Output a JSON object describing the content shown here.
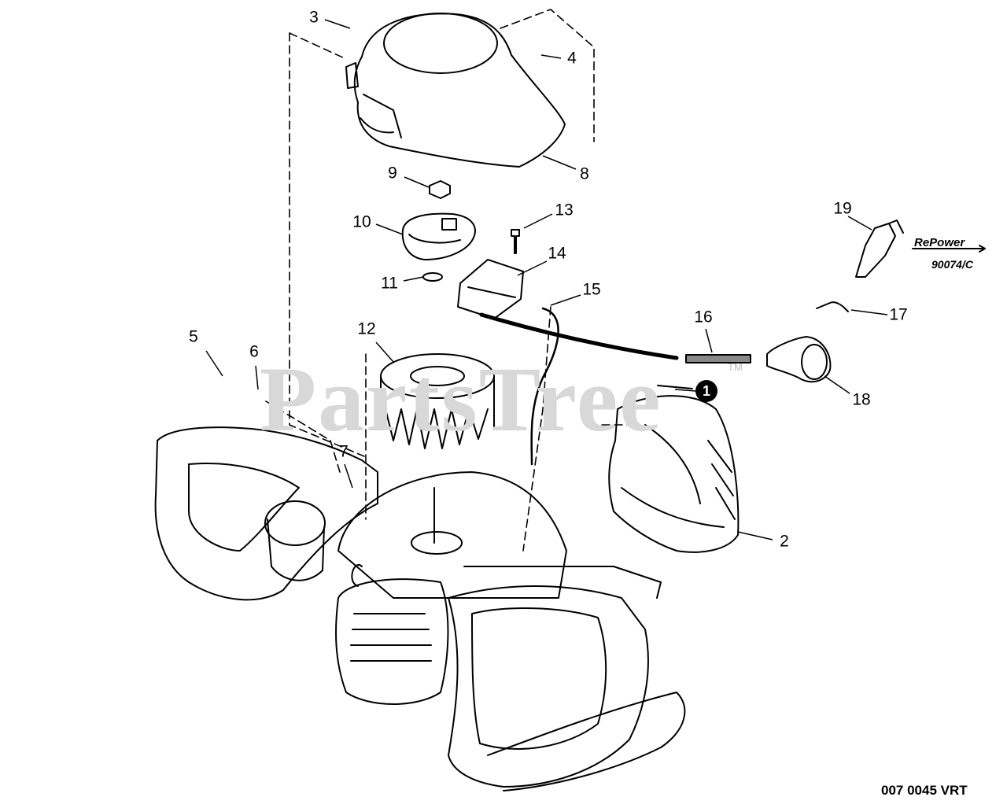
{
  "watermark": {
    "text": "PartsTree",
    "tm": "TM"
  },
  "callouts": {
    "c1": "1",
    "c2": "2",
    "c3": "3",
    "c4": "4",
    "c5": "5",
    "c6": "6",
    "c7": "7",
    "c8": "8",
    "c9": "9",
    "c10": "10",
    "c11": "11",
    "c12": "12",
    "c13": "13",
    "c14": "14",
    "c15": "15",
    "c16": "16",
    "c17": "17",
    "c18": "18",
    "c19": "19"
  },
  "repower": {
    "brand": "RePower",
    "code": "90074/C"
  },
  "diagram_code": "007 0045 VRT",
  "colors": {
    "line": "#000000",
    "watermark": "#d8d8d8",
    "background": "#ffffff"
  }
}
